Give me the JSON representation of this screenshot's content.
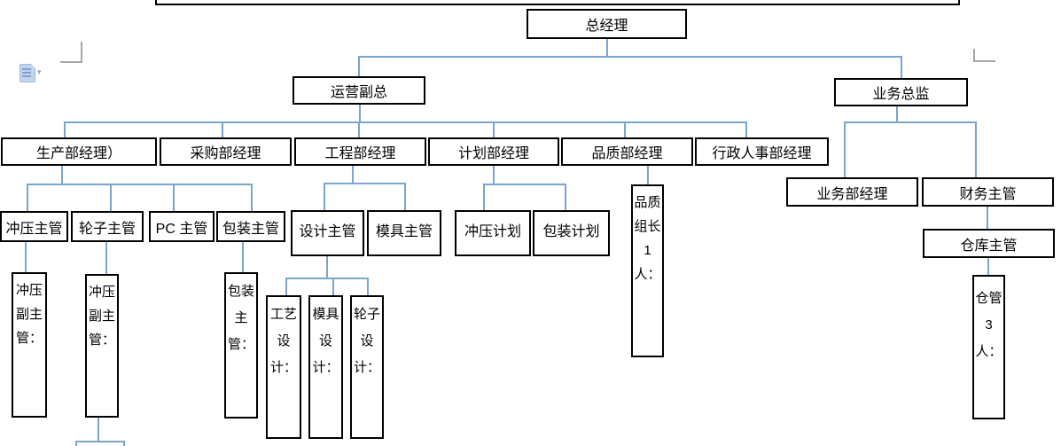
{
  "colors": {
    "connector": "#7aa5cf",
    "box_border": "#000000",
    "crop_mark": "#a6a6a6",
    "paste_icon_fill": "#c3d5ee"
  },
  "icons": {
    "paste_arrow": "▾"
  },
  "nodes": {
    "gm": "总经理",
    "vp_ops": "运营副总",
    "biz_dir": "业务总监",
    "mgr_production": "生产部经理）",
    "mgr_purchasing": "采购部经理",
    "mgr_engineering": "工程部经理",
    "mgr_planning": "计划部经理",
    "mgr_quality": "品质部经理",
    "mgr_admin_hr": "行政人事部经理",
    "sup_stamping": "冲压主管",
    "sup_wheel": "轮子主管",
    "sup_pc": "PC 主管",
    "sup_packaging": "包装主管",
    "sup_design": "设计主管",
    "sup_mold": "模具主管",
    "plan_stamping": "冲压计划",
    "plan_packaging": "包装计划",
    "mgr_business": "业务部经理",
    "sup_finance": "财务主管",
    "sup_warehouse": "仓库主管",
    "quality_leader": "品质组长1人：",
    "deputy_stamping_1": "冲压副主管：",
    "deputy_stamping_2": "冲压副主管：",
    "packaging_supervisor_v": "包装主管：",
    "design_craft": "工艺设计：",
    "design_mold": "模具设计：",
    "design_wheel": "轮子设计：",
    "storekeeper": "仓管3人："
  },
  "structure": {
    "gm": [
      "vp_ops",
      "biz_dir"
    ],
    "vp_ops": [
      "mgr_production",
      "mgr_purchasing",
      "mgr_engineering",
      "mgr_planning",
      "mgr_quality",
      "mgr_admin_hr"
    ],
    "biz_dir": [
      "mgr_business",
      "sup_finance"
    ],
    "mgr_production": [
      "sup_stamping",
      "sup_wheel",
      "sup_pc",
      "sup_packaging"
    ],
    "mgr_engineering": [
      "sup_design",
      "sup_mold"
    ],
    "mgr_planning": [
      "plan_stamping",
      "plan_packaging"
    ],
    "mgr_quality": [
      "quality_leader"
    ],
    "sup_stamping": [
      "deputy_stamping_1"
    ],
    "sup_wheel": [
      "deputy_stamping_2"
    ],
    "sup_packaging": [
      "packaging_supervisor_v"
    ],
    "sup_design": [
      "design_craft",
      "design_mold",
      "design_wheel"
    ],
    "sup_finance": [
      "sup_warehouse"
    ],
    "sup_warehouse": [
      "storekeeper"
    ]
  }
}
